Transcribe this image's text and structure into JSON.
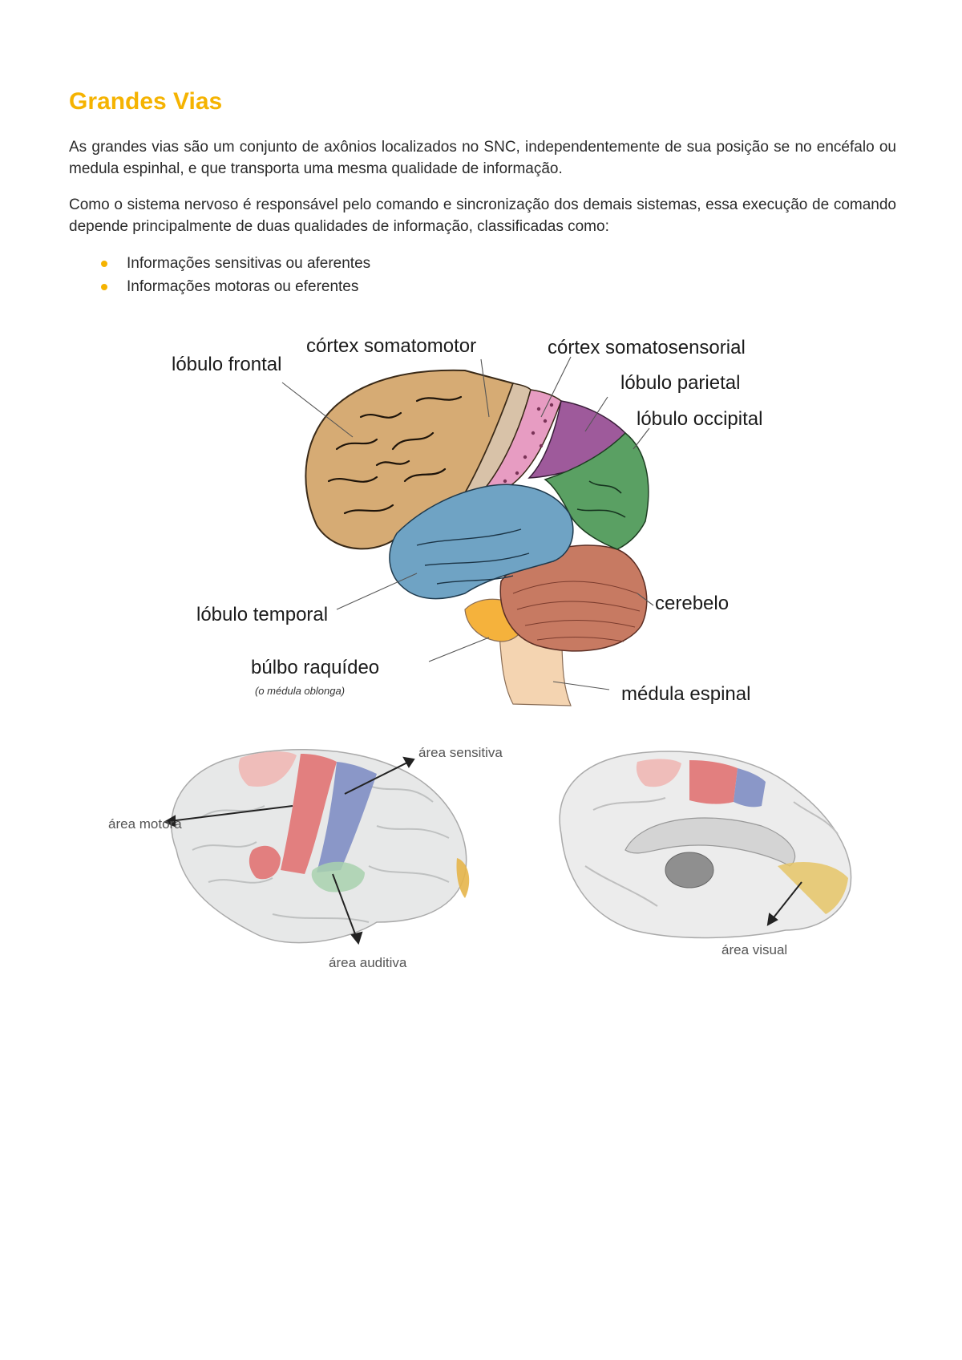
{
  "heading": "Grandes Vias",
  "paragraphs": [
    "As grandes vias são um conjunto de axônios localizados no SNC, independentemente de sua posição se no encéfalo ou medula espinhal, e que transporta uma mesma qualidade de informação.",
    "Como o sistema nervoso é responsável pelo comando e sincronização dos demais sistemas, essa execução de comando depende principalmente de duas qualidades de informação, classificadas como:"
  ],
  "bullets": [
    "Informações sensitivas ou aferentes",
    "Informações motoras ou eferentes"
  ],
  "brain_diagram": {
    "labels": {
      "frontal": "lóbulo frontal",
      "somatomotor": "córtex somatomotor",
      "somatosensorial": "córtex somatosensorial",
      "parietal": "lóbulo parietal",
      "occipital": "lóbulo occipital",
      "temporal": "lóbulo temporal",
      "cerebelo": "cerebelo",
      "bulbo": "búlbo raquídeo",
      "bulbo_sub": "(o médula oblonga)",
      "medula": "médula espinal"
    },
    "colors": {
      "frontal": "#d6ab74",
      "somatomotor": "#d8c2a8",
      "somatosensorial": "#e79cc2",
      "parietal": "#9e5a9b",
      "occipital": "#5aa063",
      "temporal": "#6fa3c4",
      "cerebelo": "#c77a62",
      "bulbo": "#f5b23c",
      "medula": "#f4d4b1"
    }
  },
  "functional_areas": {
    "lateral": {
      "motora": "área motora",
      "sensitiva": "área sensitiva",
      "auditiva": "área auditiva"
    },
    "medial": {
      "visual": "área visual"
    }
  }
}
